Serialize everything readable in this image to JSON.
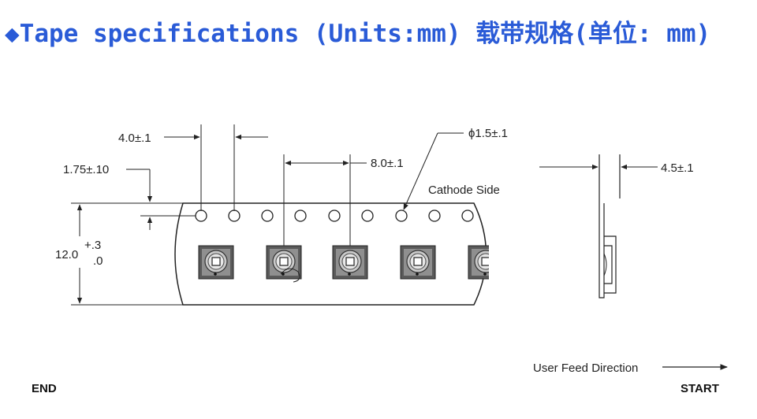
{
  "heading": {
    "bullet": "◆",
    "text": "Tape specifications (Units:mm) 载带规格(单位: mm)"
  },
  "dims": {
    "pitch_hole": "4.0±.1",
    "edge_to_hole": "1.75±.10",
    "pitch_pocket": "8.0±.1",
    "hole_diameter": "ϕ1.5±.1",
    "tape_width_main": "12.0",
    "tape_width_tol_plus": "+.3",
    "tape_width_tol_minus": ".0",
    "pocket_depth": "4.5±.1"
  },
  "labels": {
    "cathode_side": "Cathode Side",
    "feed_direction": "User Feed Direction",
    "end": "END",
    "start": "START"
  },
  "colors": {
    "heading": "#2a5bd7",
    "line": "#222222"
  }
}
